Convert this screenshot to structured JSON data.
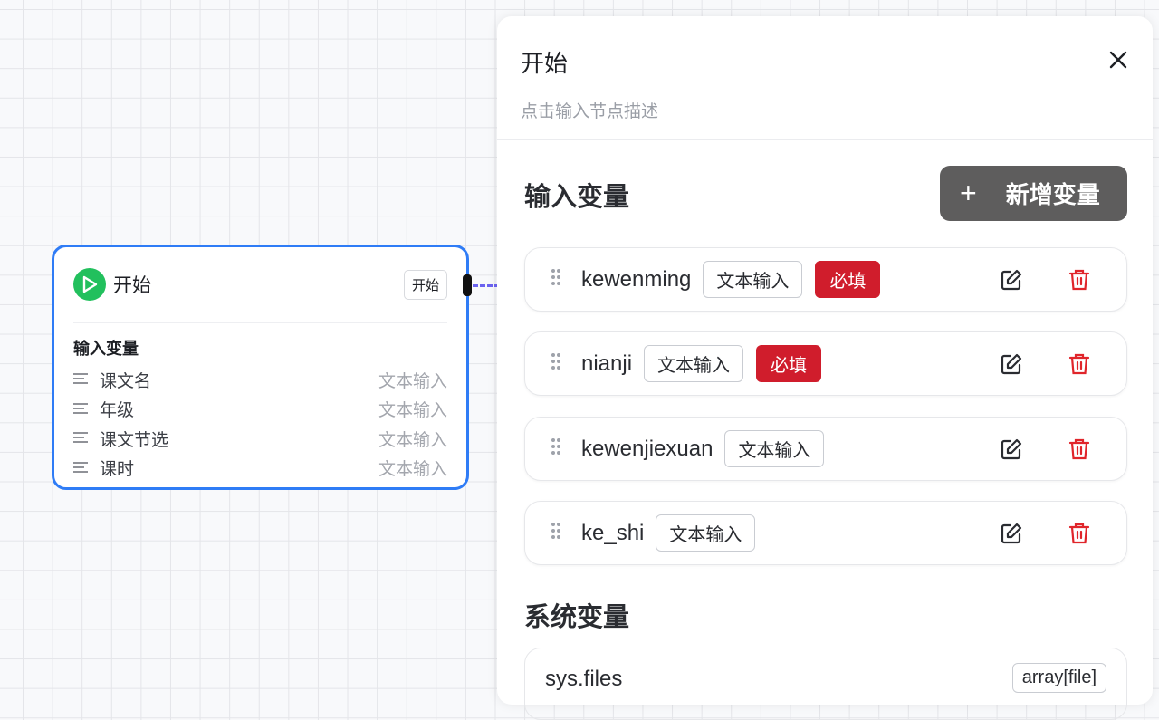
{
  "node": {
    "title": "开始",
    "tag": "开始",
    "section": "输入变量",
    "vars": [
      {
        "name": "课文名",
        "type": "文本输入"
      },
      {
        "name": "年级",
        "type": "文本输入"
      },
      {
        "name": "课文节选",
        "type": "文本输入"
      },
      {
        "name": "课时",
        "type": "文本输入"
      }
    ]
  },
  "panel": {
    "title": "开始",
    "description": "点击输入节点描述",
    "input_section": "输入变量",
    "add_button": "新增变量",
    "add_icon": "+",
    "variables": [
      {
        "name": "kewenming",
        "type": "文本输入",
        "required": "必填"
      },
      {
        "name": "nianji",
        "type": "文本输入",
        "required": "必填"
      },
      {
        "name": "kewenjiexuan",
        "type": "文本输入"
      },
      {
        "name": "ke_shi",
        "type": "文本输入"
      }
    ],
    "system_section": "系统变量",
    "system_vars": [
      {
        "name": "sys.files",
        "type": "array[file]"
      }
    ]
  },
  "colors": {
    "accent": "#2f7cf6",
    "start_green": "#22c05d",
    "required_red": "#d01d2c",
    "delete_red": "#e0252b"
  }
}
